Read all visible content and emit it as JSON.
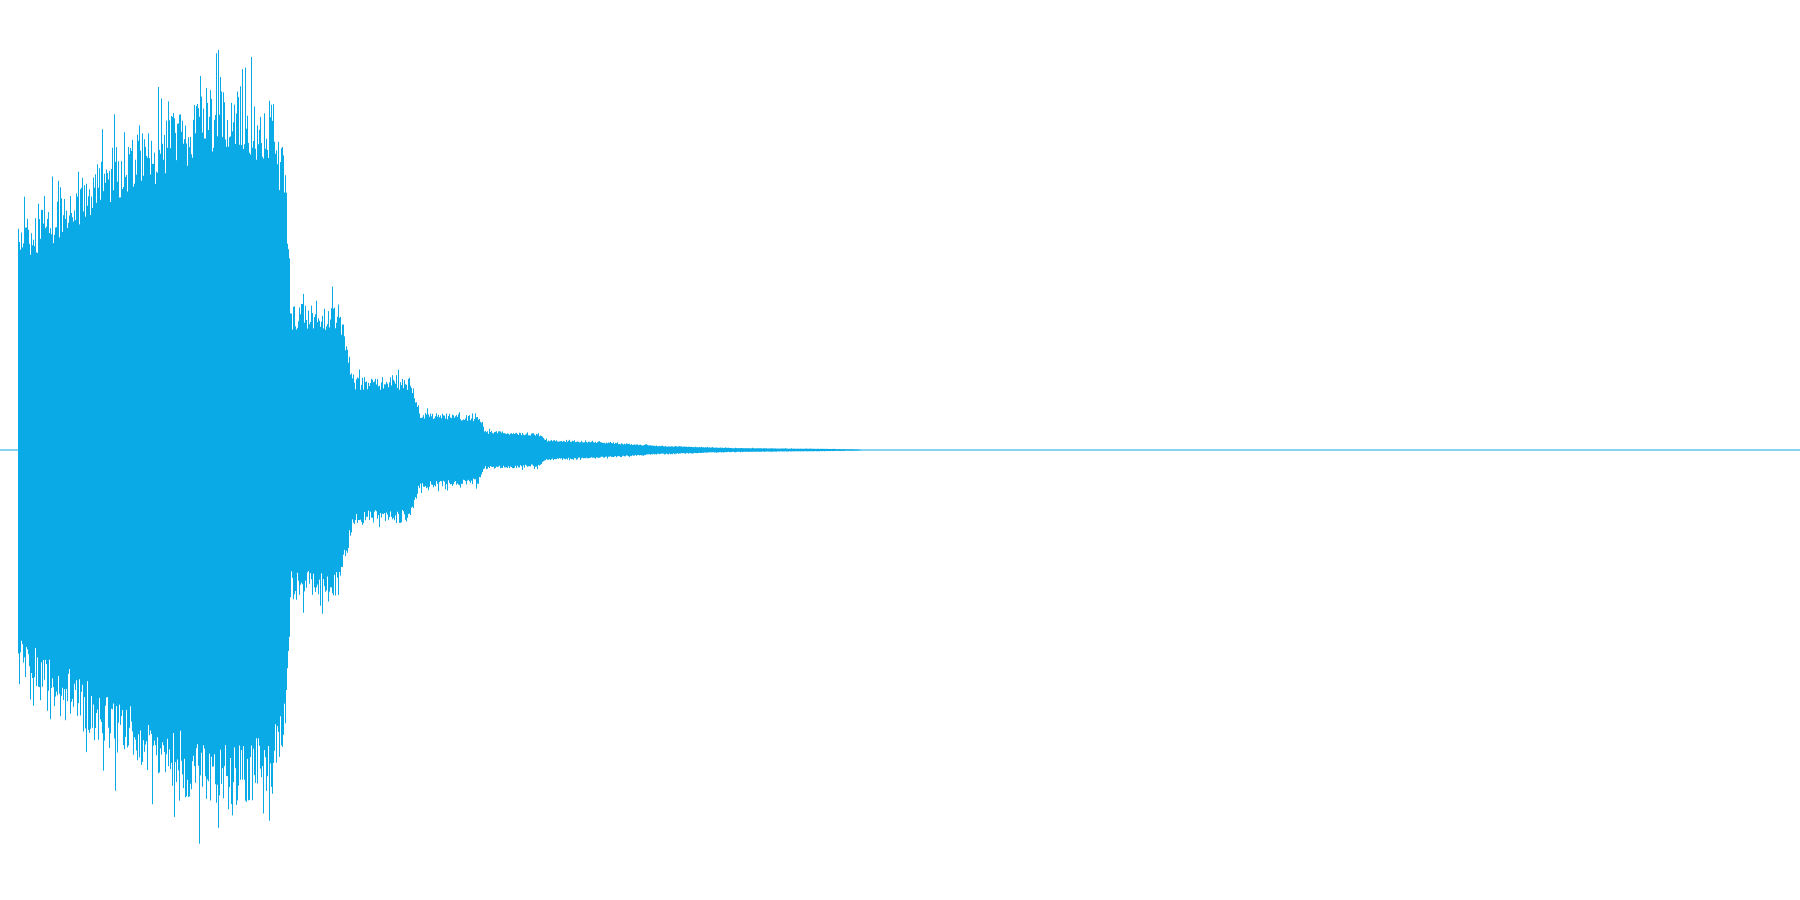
{
  "waveform": {
    "color": "#0aaae6",
    "background": "#ffffff",
    "duration_fraction_with_sound": 0.47,
    "envelope": [
      {
        "t": 0.0,
        "amp": 0.52
      },
      {
        "t": 0.01,
        "amp": 0.55
      },
      {
        "t": 0.03,
        "amp": 0.62
      },
      {
        "t": 0.05,
        "amp": 0.7
      },
      {
        "t": 0.08,
        "amp": 0.76
      },
      {
        "t": 0.1,
        "amp": 0.82
      },
      {
        "t": 0.12,
        "amp": 0.84
      },
      {
        "t": 0.14,
        "amp": 0.8
      },
      {
        "t": 0.15,
        "amp": 0.68
      },
      {
        "t": 0.153,
        "amp": 0.34
      },
      {
        "t": 0.18,
        "amp": 0.34
      },
      {
        "t": 0.188,
        "amp": 0.17
      },
      {
        "t": 0.22,
        "amp": 0.17
      },
      {
        "t": 0.225,
        "amp": 0.09
      },
      {
        "t": 0.258,
        "amp": 0.08
      },
      {
        "t": 0.262,
        "amp": 0.045
      },
      {
        "t": 0.292,
        "amp": 0.04
      },
      {
        "t": 0.296,
        "amp": 0.024
      },
      {
        "t": 0.33,
        "amp": 0.018
      },
      {
        "t": 0.36,
        "amp": 0.01
      },
      {
        "t": 0.4,
        "amp": 0.005
      },
      {
        "t": 0.47,
        "amp": 0.002
      },
      {
        "t": 0.48,
        "amp": 0.0
      },
      {
        "t": 1.0,
        "amp": 0.0
      }
    ]
  }
}
